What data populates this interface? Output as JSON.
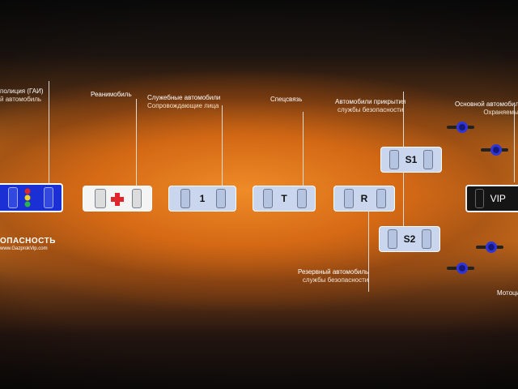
{
  "columns": [
    {
      "title": "полиция (ГАИ)",
      "subtitle": "й автомобиль"
    },
    {
      "title": "Реанимобиль",
      "subtitle": ""
    },
    {
      "title": "Служебные автомобили",
      "subtitle": "Сопровождающие лица"
    },
    {
      "title": "Спецсвязь",
      "subtitle": ""
    },
    {
      "title": "Автомобили прикрытия",
      "subtitle": "службы безопасности"
    },
    {
      "title": "Основной автомобиль",
      "subtitle": "Охраняемый"
    }
  ],
  "reserve": {
    "title": "Резервный автомобиль",
    "subtitle": "службы безопасности"
  },
  "moto_label": "Мотоцик",
  "cars": {
    "police": "",
    "ambulance": "",
    "car1": "1",
    "car_t": "T",
    "car_r": "R",
    "car_s1": "S1",
    "car_s2": "S2",
    "vip": "VIP"
  },
  "brand": {
    "line1": "ОПАСНОСТЬ",
    "line2": "www.GazprokVip.com"
  },
  "colors": {
    "police": "#1a2fd4",
    "ambulance_cross": "#e0262a",
    "service_car": "#c9d6ee",
    "vip": "#151515"
  },
  "icons": [
    "police-light-icon",
    "red-cross-icon",
    "motorcycle-icon"
  ]
}
